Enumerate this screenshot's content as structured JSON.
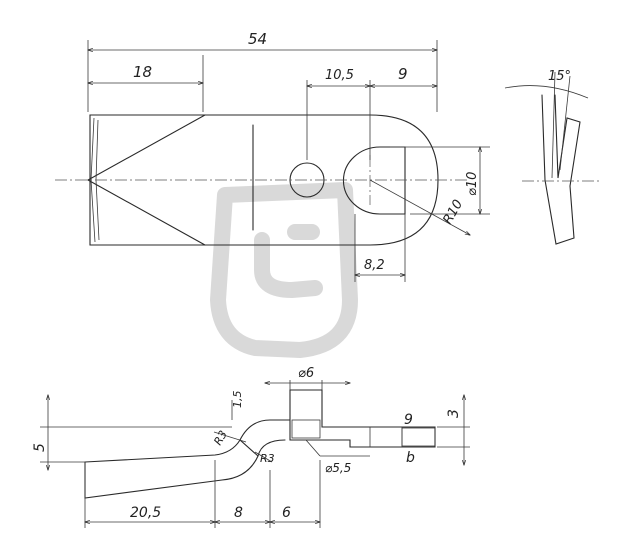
{
  "top_view": {
    "dim_overall_length": "54",
    "dim_tip_length": "18",
    "dim_slot_offset": "10,5",
    "dim_slot_radius_length": "9",
    "dim_slot_height": "⌀10",
    "dim_end_radius": "R10",
    "dim_slot_width": "8,2"
  },
  "side_view": {
    "dim_angle": "15°"
  },
  "section_view": {
    "dim_height": "5",
    "dim_hole_diameter": "⌀6",
    "dim_top_step": "1,5",
    "dim_thickness": "3",
    "dim_inner_radius": "R3",
    "dim_outer_radius": "R3",
    "dim_counterbore": "⌀5,5",
    "dim_blade_length": "20,5",
    "dim_bend_offset": "8",
    "dim_hole_offset": "6",
    "hatch_label_top": "9",
    "hatch_label_bottom": "b"
  }
}
